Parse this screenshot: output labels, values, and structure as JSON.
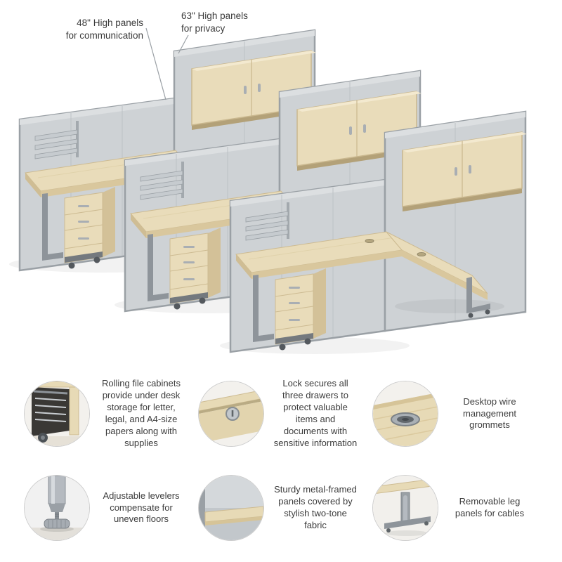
{
  "labels": {
    "panel48": "48\" High panels\nfor communication",
    "panel63": "63\" High panels\nfor privacy"
  },
  "features": [
    {
      "icon": "file-cabinet-detail-icon",
      "text": "Rolling file cabinets provide under desk storage for letter, legal, and A4-size papers along with supplies"
    },
    {
      "icon": "drawer-lock-icon",
      "text": "Lock secures all three drawers to protect valuable items and documents with sensitive information"
    },
    {
      "icon": "wire-grommet-icon",
      "text": "Desktop wire management grommets"
    },
    {
      "icon": "leveler-foot-icon",
      "text": "Adjustable levelers compensate for uneven floors"
    },
    {
      "icon": "fabric-panel-icon",
      "text": "Sturdy metal-framed panels covered by stylish two-tone fabric"
    },
    {
      "icon": "leg-panel-icon",
      "text": "Removable leg panels for cables"
    }
  ],
  "colors": {
    "panel_fabric": "#ced2d5",
    "panel_fabric_dark": "#c2c7cb",
    "panel_frame": "#9aa0a5",
    "wood": "#e9dcba",
    "wood_edge": "#d9c79d",
    "metal": "#8e949a"
  }
}
